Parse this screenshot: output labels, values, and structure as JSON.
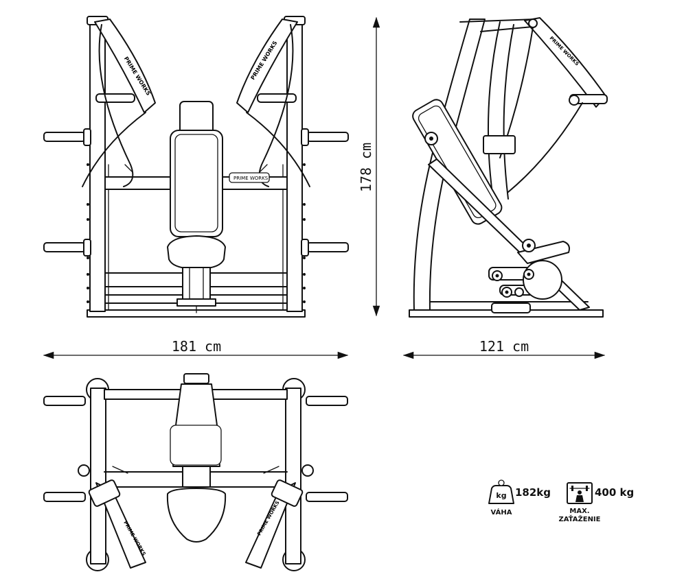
{
  "dimensions": {
    "height": "178 cm",
    "width": "181 cm",
    "depth": "121 cm"
  },
  "specs": [
    {
      "icon": "weight-kg-icon",
      "icon_text": "kg",
      "value": "182kg",
      "label": [
        "VÁHA"
      ]
    },
    {
      "icon": "barbell-load-icon",
      "value": "400 kg",
      "label": [
        "MAX.",
        "ZAŤAŽENIE"
      ]
    }
  ]
}
